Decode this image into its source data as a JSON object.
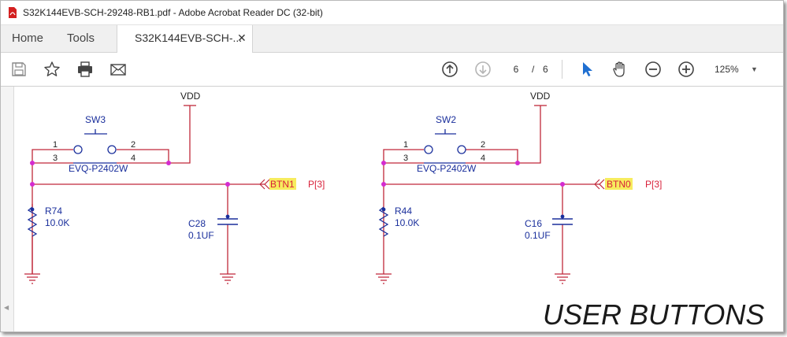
{
  "window": {
    "title": "S32K144EVB-SCH-29248-RB1.pdf - Adobe Acrobat Reader DC (32-bit)"
  },
  "tabs": {
    "home": "Home",
    "tools": "Tools",
    "document": "S32K144EVB-SCH-...",
    "close_glyph": "✕"
  },
  "toolbar": {
    "page_current": "6",
    "page_separator": "/",
    "page_total": "6",
    "zoom": "125%",
    "zoom_arrow": "▼",
    "icons": [
      "save-icon",
      "bookmark-star-icon",
      "print-icon",
      "email-icon",
      "page-up-icon",
      "page-down-icon",
      "select-cursor-icon",
      "hand-tool-icon",
      "zoom-out-icon",
      "zoom-in-icon"
    ]
  },
  "schematic": {
    "heading": "USER BUTTONS",
    "left": {
      "vdd": "VDD",
      "switch_ref": "SW3",
      "switch_part": "EVQ-P2402W",
      "pin1": "1",
      "pin2": "2",
      "pin3": "3",
      "pin4": "4",
      "resistor_ref": "R74",
      "resistor_val": "10.0K",
      "cap_ref": "C28",
      "cap_val": "0.1UF",
      "net": "BTN1",
      "port": "P[3]"
    },
    "right": {
      "vdd": "VDD",
      "switch_ref": "SW2",
      "switch_part": "EVQ-P2402W",
      "pin1": "1",
      "pin2": "2",
      "pin3": "3",
      "pin4": "4",
      "resistor_ref": "R44",
      "resistor_val": "10.0K",
      "cap_ref": "C16",
      "cap_val": "0.1UF",
      "net": "BTN0",
      "port": "P[3]"
    }
  },
  "colors": {
    "wire": "#c0283a",
    "component": "#1a2f9c",
    "net_label": "#d8213a",
    "junction": "#d42bd0",
    "highlight": "#f7ec5e",
    "accent": "#1f6fd1"
  }
}
